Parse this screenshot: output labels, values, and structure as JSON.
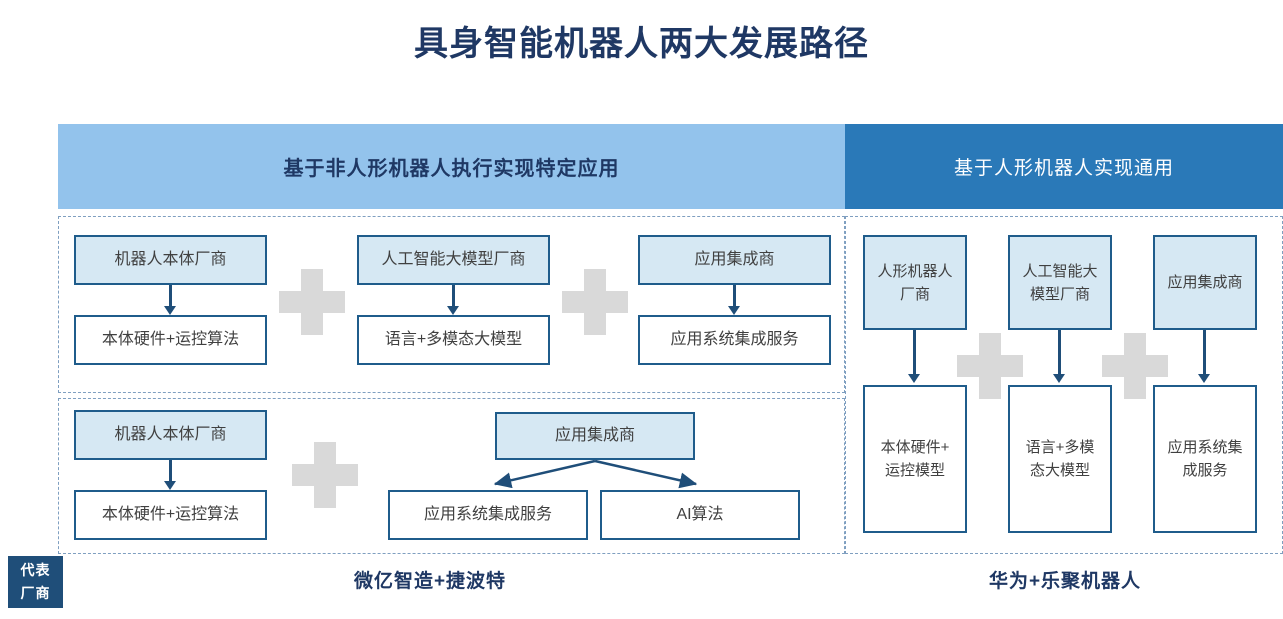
{
  "title": "具身智能机器人两大发展路径",
  "colors": {
    "title_navy": "#1f3864",
    "header_left_bg": "#93c3ec",
    "header_right_bg": "#2a79b8",
    "node_fill": "#d6e8f3",
    "node_border": "#1f5c8b",
    "arrow": "#1f4e79",
    "plus": "#d9d9d9",
    "dashed_border": "#7f9fc0",
    "badge_bg": "#1f4e79"
  },
  "left_column": {
    "header": "基于非人形机器人执行实现特定应用",
    "group_1": {
      "chains": [
        {
          "top": "机器人本体厂商",
          "bottom": "本体硬件+运控算法"
        },
        {
          "top": "人工智能大模型厂商",
          "bottom": "语言+多模态大模型"
        },
        {
          "top": "应用集成商",
          "bottom": "应用系统集成服务"
        }
      ],
      "plus_1": "+",
      "plus_2": "+"
    },
    "group_2": {
      "chain": {
        "top": "机器人本体厂商",
        "bottom": "本体硬件+运控算法"
      },
      "plus": "+",
      "branch": {
        "parent": "应用集成商",
        "children": [
          "应用系统集成服务",
          "AI算法"
        ]
      }
    },
    "footer": "微亿智造+捷波特"
  },
  "right_column": {
    "header": "基于人形机器人实现通用",
    "chains": [
      {
        "top": "人形机器人\n厂商",
        "top_line1": "人形机器人",
        "top_line2": "厂商",
        "bottom_line1": "本体硬件+",
        "bottom_line2": "运控模型"
      },
      {
        "top_line1": "人工智能大",
        "top_line2": "模型厂商",
        "bottom_line1": "语言+多模",
        "bottom_line2": "态大模型"
      },
      {
        "top_line1": "应用集成商",
        "top_line2": "",
        "bottom_line1": "应用系统集",
        "bottom_line2": "成服务"
      }
    ],
    "plus_1": "+",
    "plus_2": "+",
    "footer": "华为+乐聚机器人"
  },
  "badge": {
    "line1": "代表",
    "line2": "厂商"
  }
}
